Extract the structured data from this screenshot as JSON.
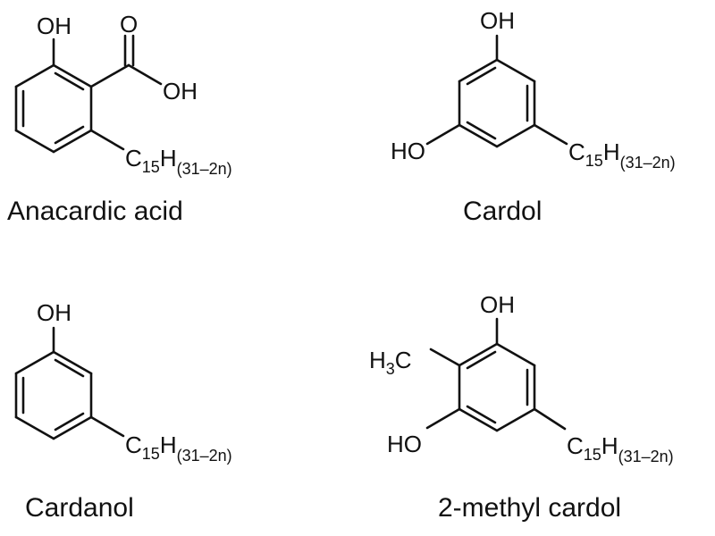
{
  "structures": [
    {
      "name": "Anacardic acid",
      "hydroxyl": "OH",
      "carbonyl_o": "O",
      "acid_oh": "OH",
      "chain": {
        "c": "C",
        "c_sub": "15",
        "h": "H",
        "h_sub": "(31–2n)"
      }
    },
    {
      "name": "Cardol",
      "hydroxyl_top": "OH",
      "hydroxyl_left": "HO",
      "chain": {
        "c": "C",
        "c_sub": "15",
        "h": "H",
        "h_sub": "(31–2n)"
      }
    },
    {
      "name": "Cardanol",
      "hydroxyl": "OH",
      "chain": {
        "c": "C",
        "c_sub": "15",
        "h": "H",
        "h_sub": "(31–2n)"
      }
    },
    {
      "name": "2-methyl cardol",
      "hydroxyl_top": "OH",
      "hydroxyl_left": "HO",
      "methyl": {
        "h": "H",
        "h_sub": "3",
        "c": "C"
      },
      "chain": {
        "c": "C",
        "c_sub": "15",
        "h": "H",
        "h_sub": "(31–2n)"
      }
    }
  ]
}
